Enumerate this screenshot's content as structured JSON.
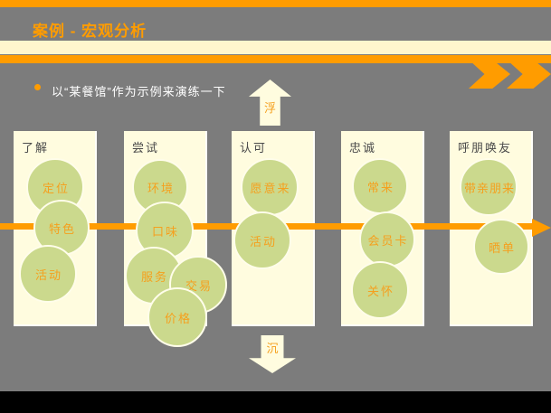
{
  "colors": {
    "background": "#7C7C7C",
    "accent_orange": "#FF9C00",
    "cream_band": "#FFF6CD",
    "card_cream": "#FFFCDF",
    "circle_green": "#CBD98D",
    "label_orange": "#F5A01E",
    "header_text": "#4A4A4A",
    "bullet_text": "#FFFFFF",
    "footer_black": "#000000"
  },
  "header": {
    "title": "案例 - 宏观分析"
  },
  "bullet": {
    "text": "以“某餐馆”作为示例来演练一下"
  },
  "flow": {
    "float_label": "浮",
    "sink_label": "沉",
    "stages": [
      {
        "header": "了解",
        "circles": [
          "定位",
          "特色",
          "活动"
        ]
      },
      {
        "header": "尝试",
        "circles": [
          "环境",
          "口味",
          "服务",
          "交易",
          "价格"
        ]
      },
      {
        "header": "认可",
        "circles": [
          "愿意来",
          "活动"
        ]
      },
      {
        "header": "忠诚",
        "circles": [
          "常来",
          "会员卡",
          "关怀"
        ]
      },
      {
        "header": "呼朋唤友",
        "circles": [
          "带亲朋来",
          "晒单"
        ]
      }
    ]
  }
}
